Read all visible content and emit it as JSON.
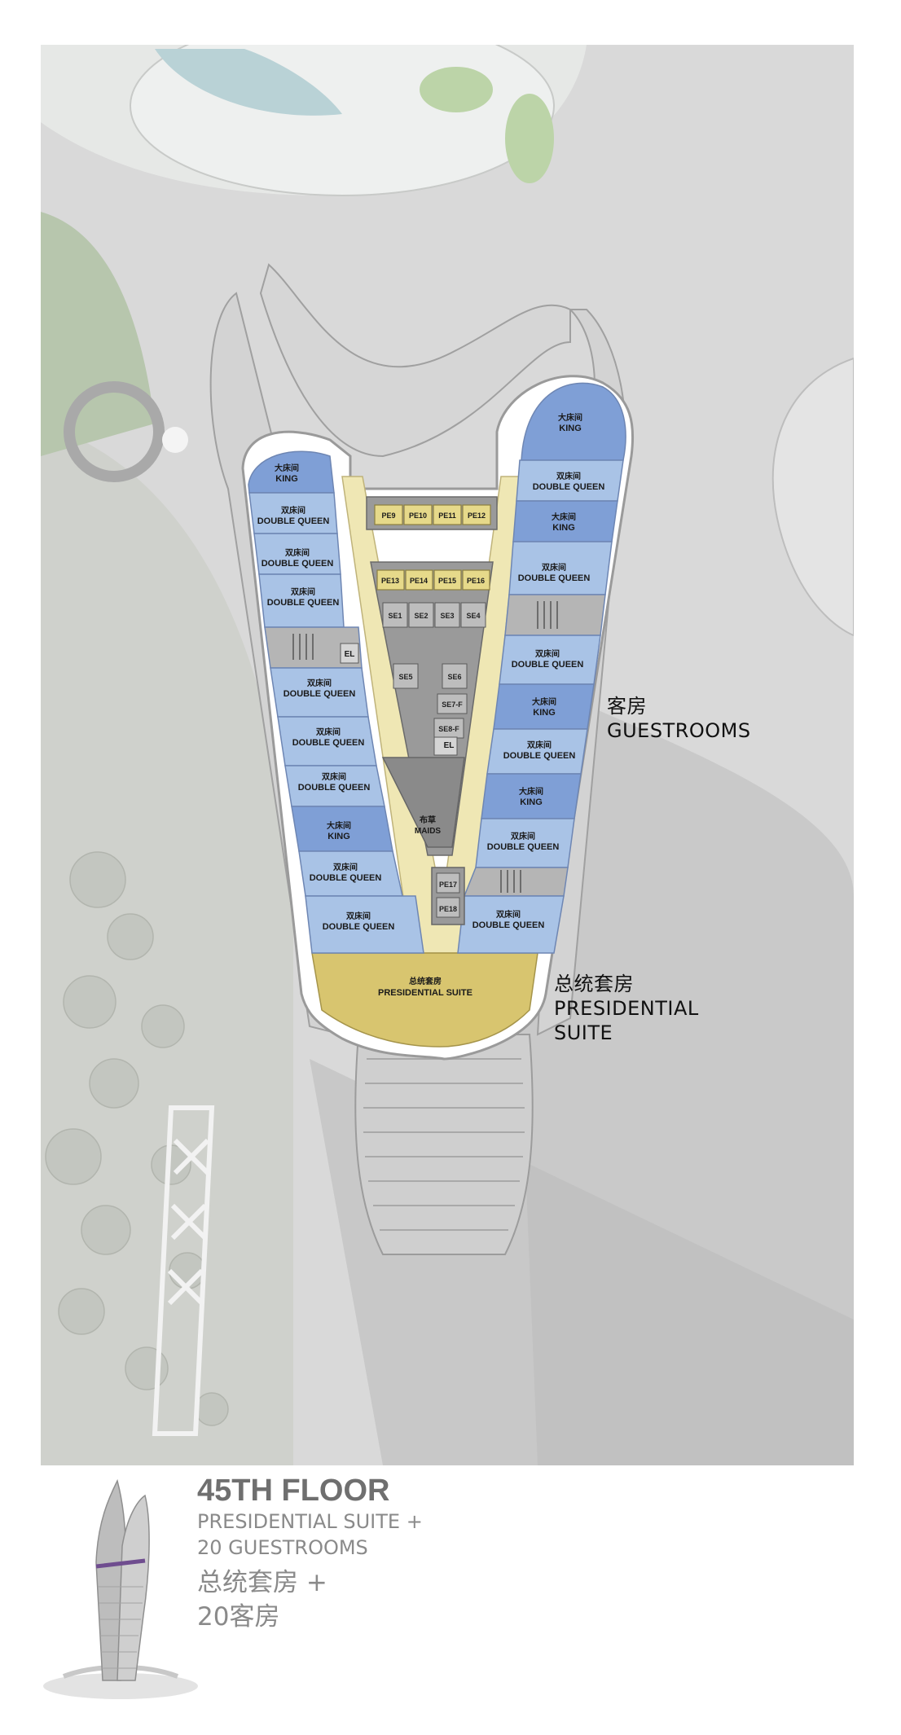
{
  "callouts": {
    "guestrooms_zh": "客房",
    "guestrooms_en": "GUESTROOMS",
    "presidential_zh": "总统套房",
    "presidential_en_1": "PRESIDENTIAL",
    "presidential_en_2": "SUITE"
  },
  "caption": {
    "title": "45TH FLOOR",
    "line1": "PRESIDENTIAL SUITE  +",
    "line2": "20 GUESTROOMS",
    "line3": "总统套房  +",
    "line4": "20客房"
  },
  "rooms": {
    "king_zh": "大床间",
    "king_en": "KING",
    "dq_zh": "双床间",
    "dq_en": "DOUBLE QUEEN",
    "suite_zh": "总统套房",
    "suite_en": "PRESIDENTIAL SUITE",
    "maids_zh": "布草",
    "maids_en": "MAIDS",
    "el": "EL"
  },
  "core_labels": {
    "pe9": "PE9",
    "pe10": "PE10",
    "pe11": "PE11",
    "pe12": "PE12",
    "pe13": "PE13",
    "pe14": "PE14",
    "pe15": "PE15",
    "pe16": "PE16",
    "se1": "SE1",
    "se2": "SE2",
    "se3": "SE3",
    "se4": "SE4",
    "se5": "SE5",
    "se6": "SE6",
    "se7f": "SE7-F",
    "se8f": "SE8-F",
    "pe17": "PE17",
    "pe18": "PE18"
  },
  "colors": {
    "king": "#7f9fd6",
    "double_queen": "#a9c3e6",
    "corridor": "#efe7b4",
    "suite": "#d8c56f",
    "core": "#8c8c8c",
    "elevator": "#e6d98a",
    "site_bg": "#dcdcdc"
  }
}
